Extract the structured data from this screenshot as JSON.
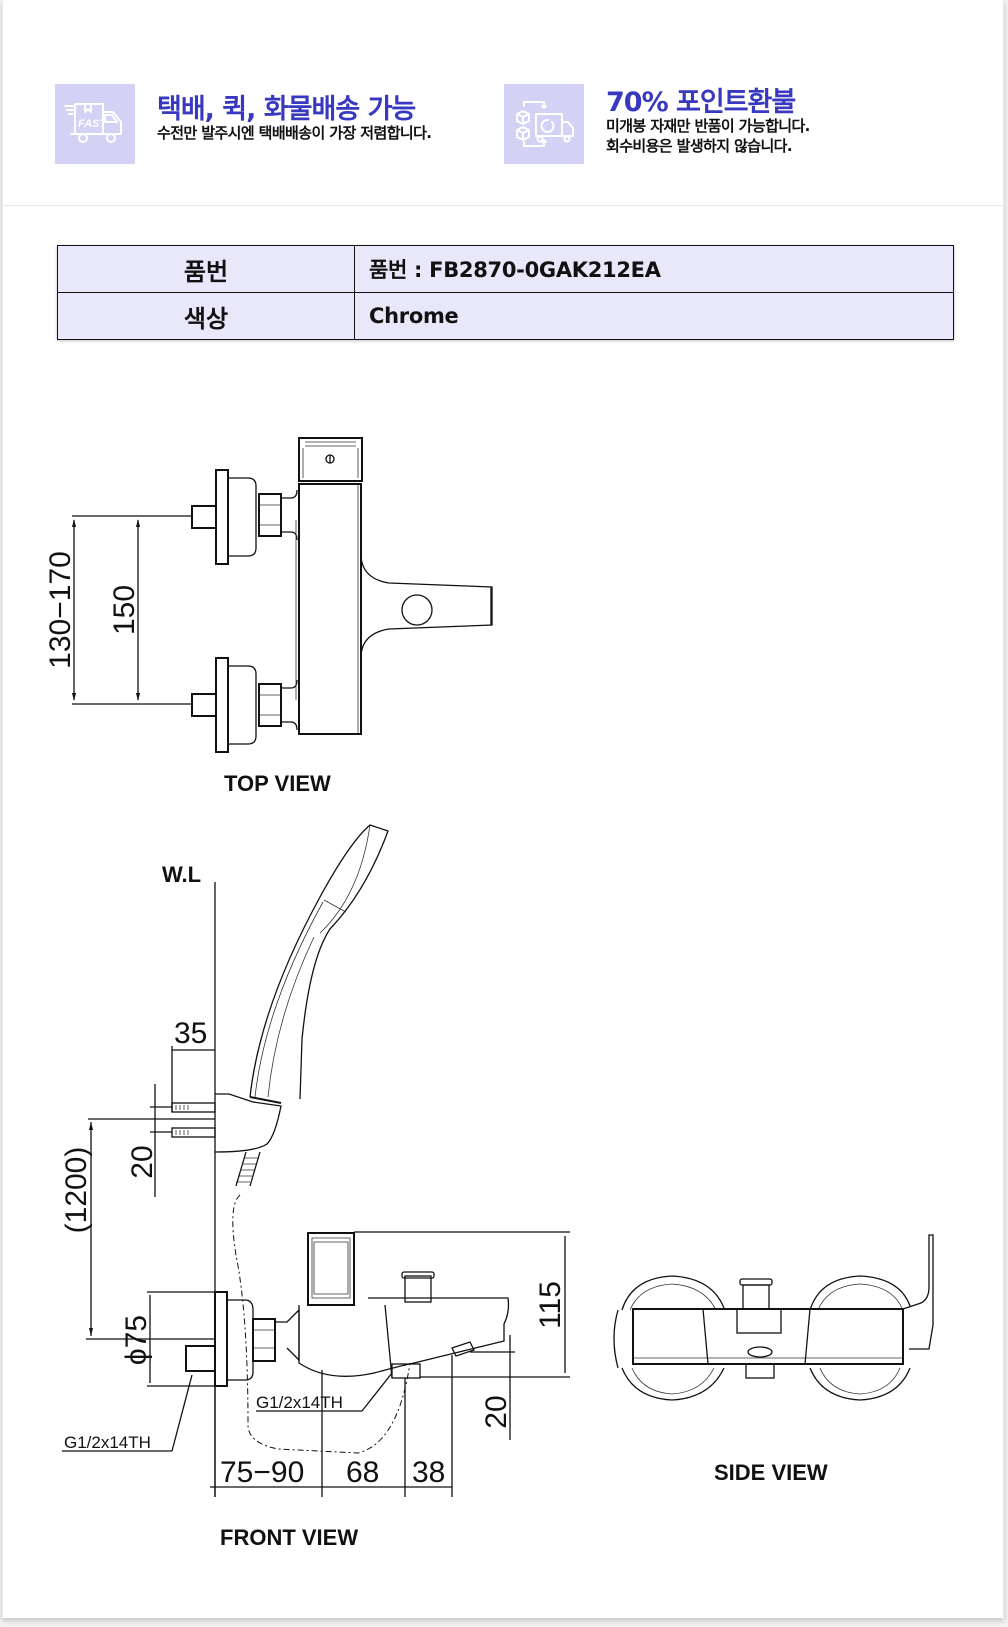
{
  "banner": {
    "features": [
      {
        "icon": "fast-delivery-truck-icon",
        "title": "택배, 퀵, 화물배송 가능",
        "lines": [
          "수전만 발주시엔 택배배송이 가장 저렴합니다."
        ]
      },
      {
        "icon": "return-exchange-icon",
        "title": "70% 포인트환불",
        "lines": [
          "미개봉 자재만 반품이 가능합니다.",
          "회수비용은 발생하지 않습니다."
        ]
      }
    ],
    "accent_color": "#3838c0",
    "icon_bg_color": "#d3d2f5"
  },
  "spec_table": {
    "rows": [
      {
        "key": "품번",
        "value": "품번 : FB2870-0GAK212EA"
      },
      {
        "key": "색상",
        "value": "Chrome"
      }
    ],
    "bg_color": "#e9e8fa"
  },
  "drawing": {
    "top_view": {
      "label": "TOP VIEW",
      "dims": {
        "outer": "130−170",
        "inner": "150"
      }
    },
    "front_view": {
      "label": "FRONT VIEW",
      "wall_label": "W.L",
      "dims": {
        "holder_depth": "35",
        "holder_spacing": "20",
        "height": "(1200)",
        "flange_diameter": "ϕ75",
        "inlet_thread": "G1/2x14TH",
        "outlet_thread": "G1/2x14TH",
        "projection": "75−90",
        "body": "68",
        "spout": "38",
        "body_height": "115",
        "spout_drop": "20"
      }
    },
    "side_view": {
      "label": "SIDE VIEW"
    }
  }
}
